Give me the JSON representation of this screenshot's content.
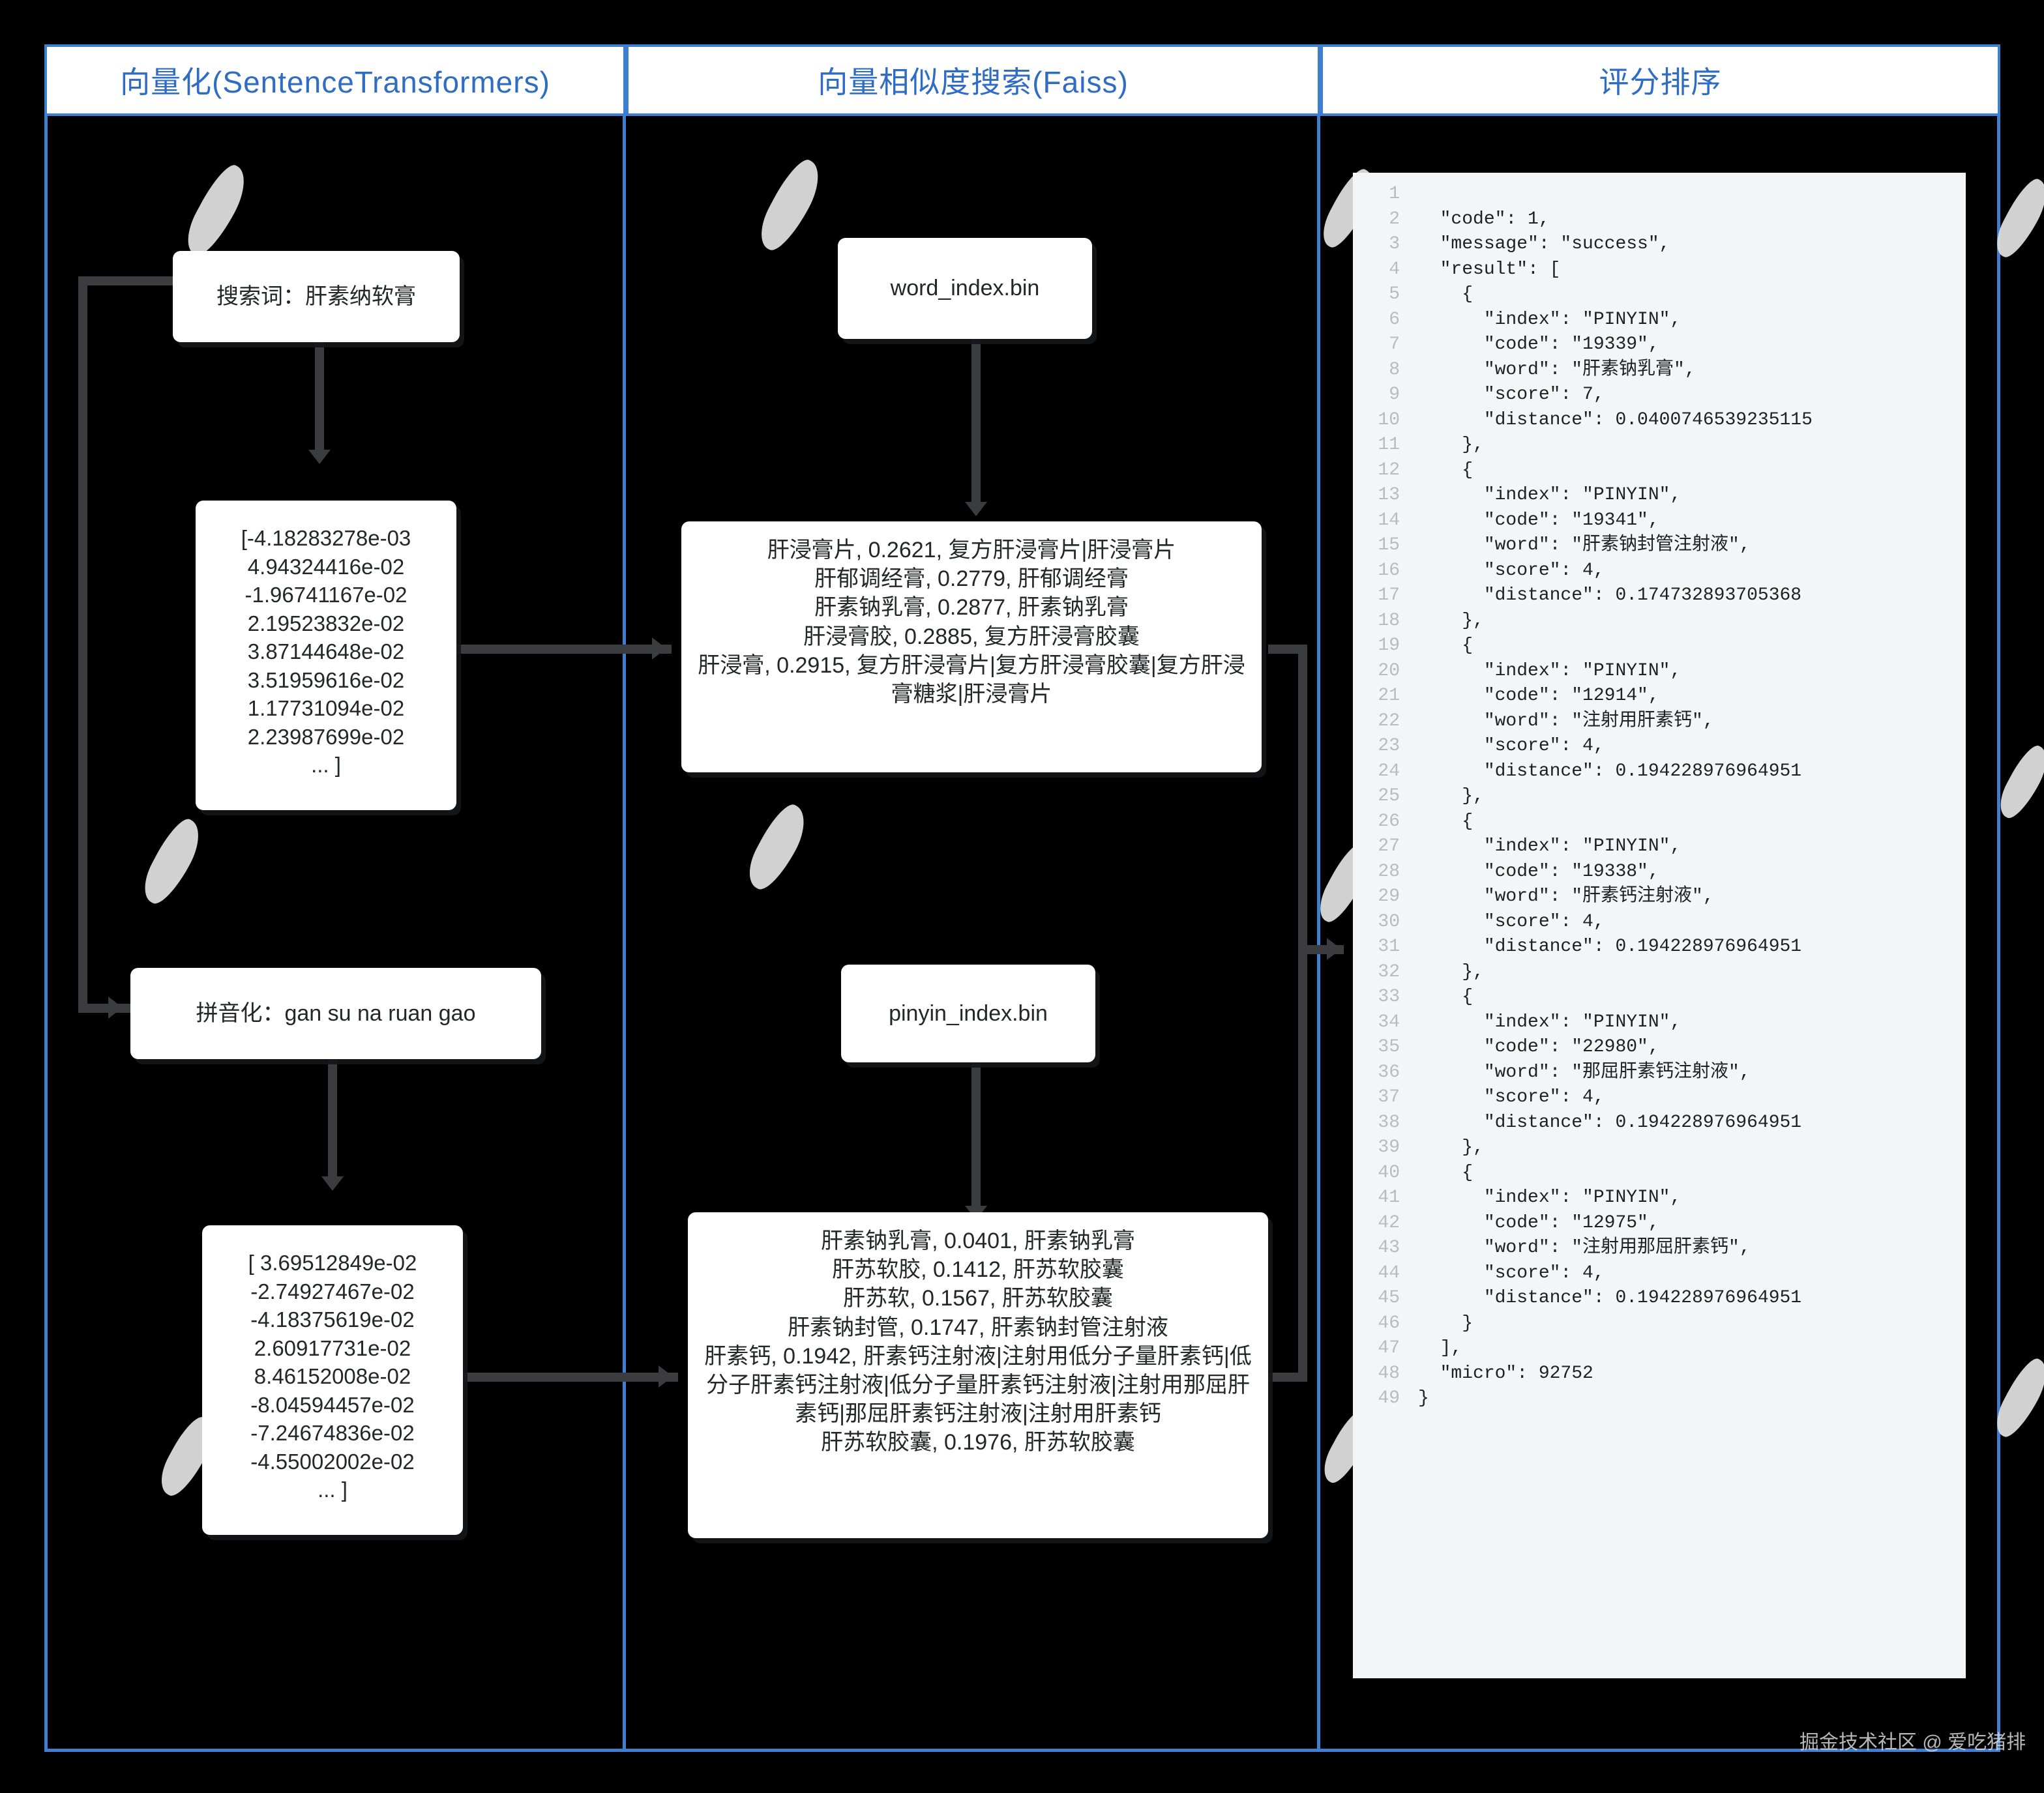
{
  "columns": [
    {
      "title": "向量化(SentenceTransformers)"
    },
    {
      "title": "向量相似度搜索(Faiss)"
    },
    {
      "title": "评分排序"
    }
  ],
  "nodes": {
    "search_term": "搜索词：肝素纳软膏",
    "pinyin": "拼音化：gan su na ruan gao",
    "word_index_file": "word_index.bin",
    "pinyin_index_file": "pinyin_index.bin",
    "vector_word": [
      "[-4.18283278e-03",
      "4.94324416e-02",
      "-1.96741167e-02",
      "2.19523832e-02",
      "3.87144648e-02",
      "3.51959616e-02",
      "1.17731094e-02",
      "2.23987699e-02",
      "... ]"
    ],
    "vector_pinyin": [
      "[ 3.69512849e-02",
      "-2.74927467e-02",
      "-4.18375619e-02",
      "2.60917731e-02",
      "8.46152008e-02",
      "-8.04594457e-02",
      "-7.24674836e-02",
      "-4.55002002e-02",
      "... ]"
    ],
    "word_results": [
      "肝浸膏片, 0.2621, 复方肝浸膏片|肝浸膏片",
      "肝郁调经膏, 0.2779, 肝郁调经膏",
      "肝素钠乳膏, 0.2877, 肝素钠乳膏",
      "肝浸膏胶, 0.2885, 复方肝浸膏胶囊",
      "肝浸膏, 0.2915, 复方肝浸膏片|复方肝浸膏胶囊|复方肝浸膏糖浆|肝浸膏片"
    ],
    "pinyin_results": [
      "肝素钠乳膏, 0.0401, 肝素钠乳膏",
      "肝苏软胶, 0.1412, 肝苏软胶囊",
      "肝苏软, 0.1567, 肝苏软胶囊",
      "肝素钠封管, 0.1747, 肝素钠封管注射液",
      "肝素钙, 0.1942, 肝素钙注射液|注射用低分子量肝素钙|低分子肝素钙注射液|低分子量肝素钙注射液|注射用那屈肝素钙|那屈肝素钙注射液|注射用肝素钙",
      "肝苏软胶囊, 0.1976, 肝苏软胶囊"
    ]
  },
  "code_panel": {
    "lines": [
      "",
      "  \"code\": 1,",
      "  \"message\": \"success\",",
      "  \"result\": [",
      "    {",
      "      \"index\": \"PINYIN\",",
      "      \"code\": \"19339\",",
      "      \"word\": \"肝素钠乳膏\",",
      "      \"score\": 7,",
      "      \"distance\": 0.0400746539235115",
      "    },",
      "    {",
      "      \"index\": \"PINYIN\",",
      "      \"code\": \"19341\",",
      "      \"word\": \"肝素钠封管注射液\",",
      "      \"score\": 4,",
      "      \"distance\": 0.174732893705368",
      "    },",
      "    {",
      "      \"index\": \"PINYIN\",",
      "      \"code\": \"12914\",",
      "      \"word\": \"注射用肝素钙\",",
      "      \"score\": 4,",
      "      \"distance\": 0.194228976964951",
      "    },",
      "    {",
      "      \"index\": \"PINYIN\",",
      "      \"code\": \"19338\",",
      "      \"word\": \"肝素钙注射液\",",
      "      \"score\": 4,",
      "      \"distance\": 0.194228976964951",
      "    },",
      "    {",
      "      \"index\": \"PINYIN\",",
      "      \"code\": \"22980\",",
      "      \"word\": \"那屈肝素钙注射液\",",
      "      \"score\": 4,",
      "      \"distance\": 0.194228976964951",
      "    },",
      "    {",
      "      \"index\": \"PINYIN\",",
      "      \"code\": \"12975\",",
      "      \"word\": \"注射用那屈肝素钙\",",
      "      \"score\": 4,",
      "      \"distance\": 0.194228976964951",
      "    }",
      "  ],",
      "  \"micro\": 92752",
      "}"
    ]
  },
  "watermark": "掘金技术社区 @ 爱吃猪排",
  "colors": {
    "accent": "#3f7fd0",
    "title_text": "#2f6cc4",
    "background": "#000000",
    "node_bg": "#ffffff",
    "wire": "#3a3c40",
    "code_bg": "#f3f5f7",
    "gutter_text": "#b6bcc4"
  }
}
